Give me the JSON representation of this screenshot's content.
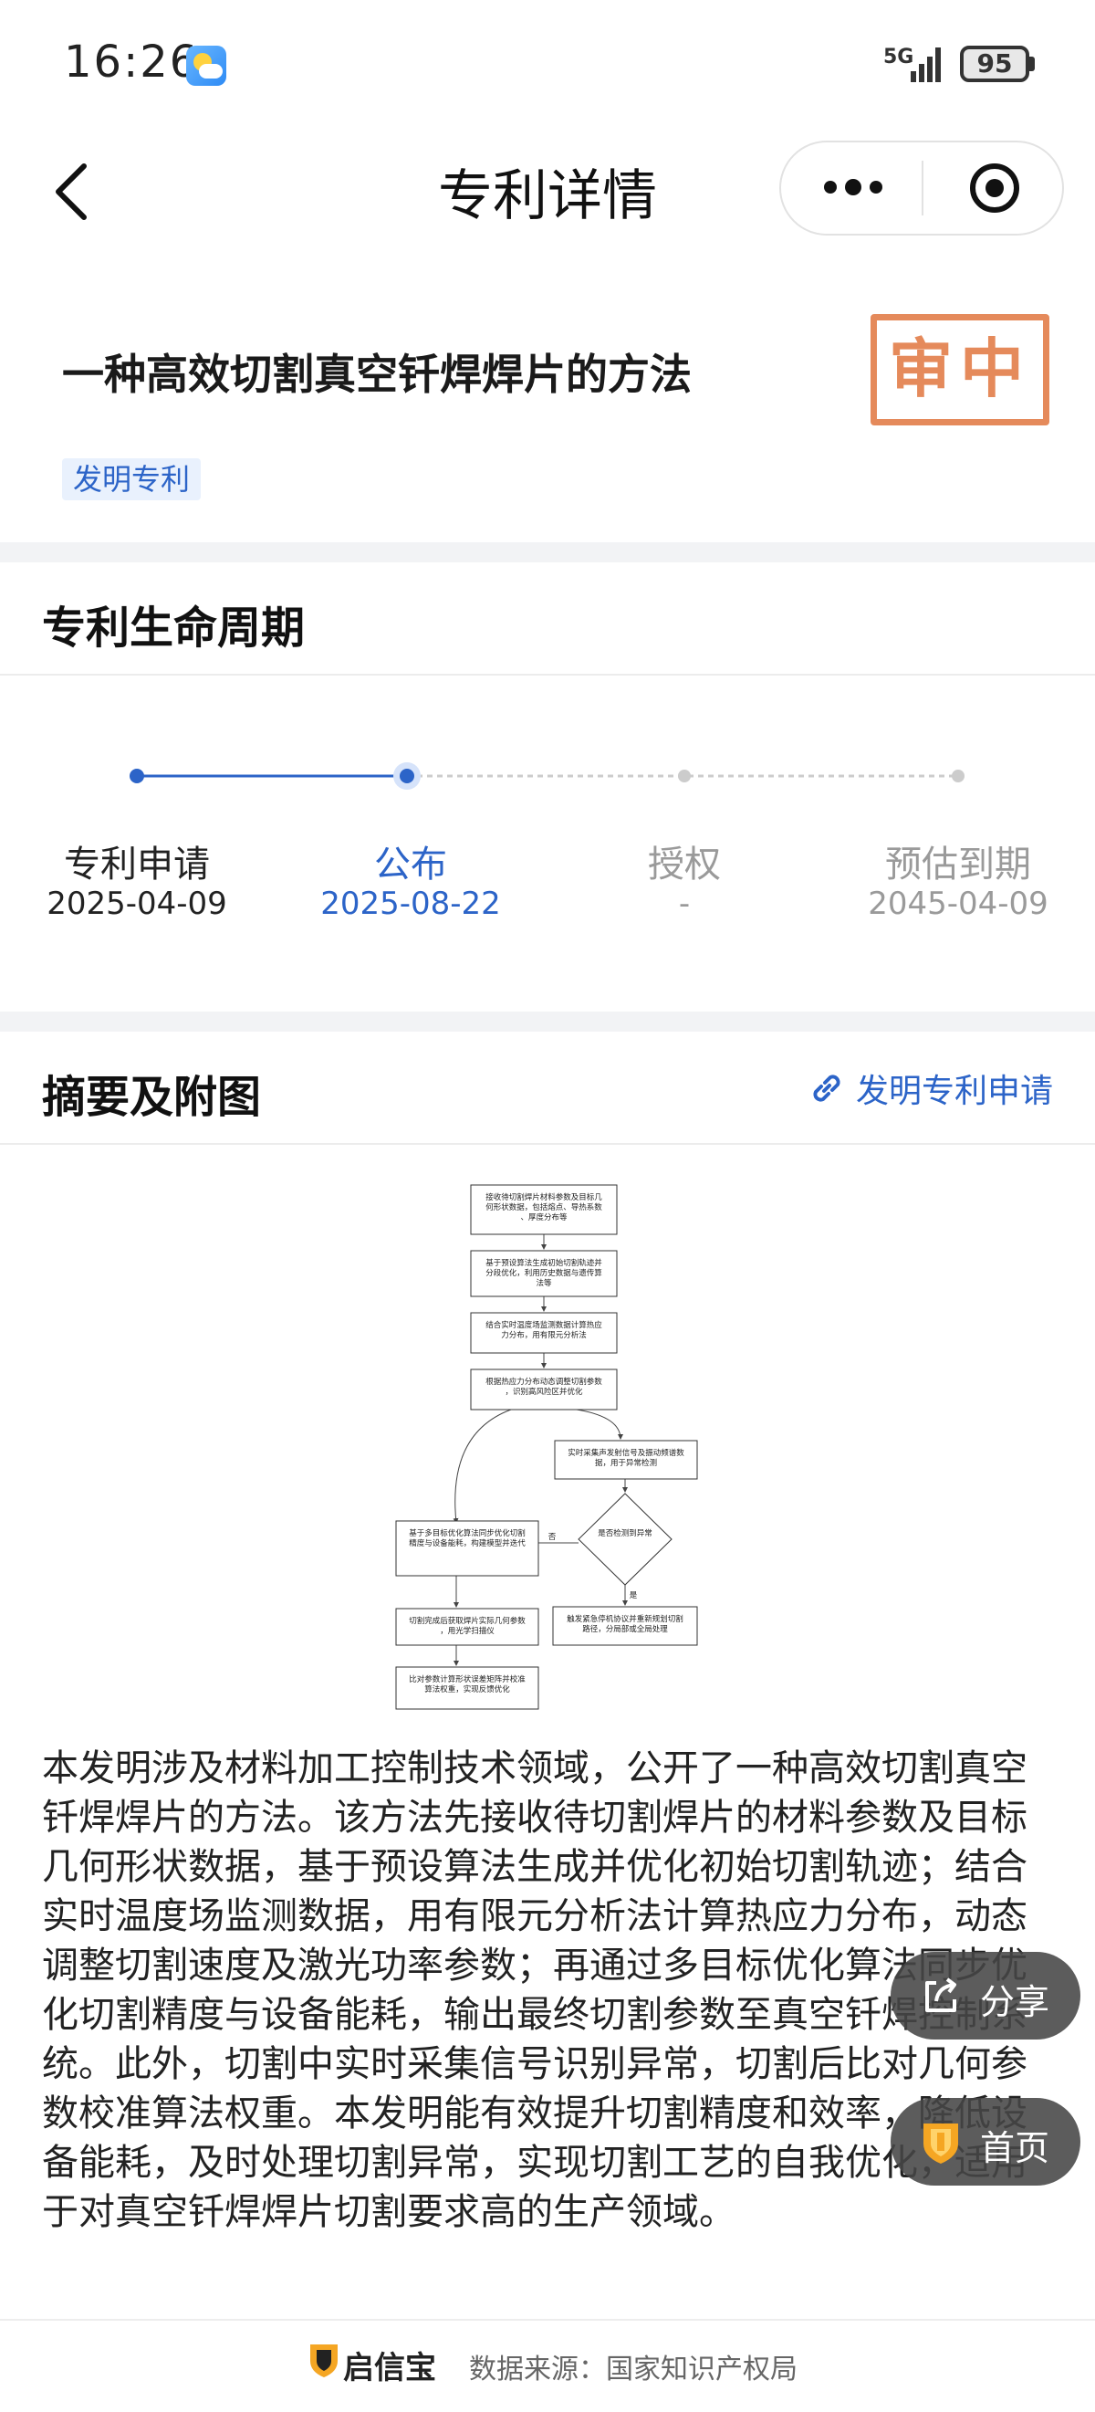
{
  "status_bar": {
    "time": "16:26",
    "network": "5G",
    "battery": "95"
  },
  "nav": {
    "title": "专利详情"
  },
  "patent": {
    "title": "一种高效切割真空钎焊焊片的方法",
    "status_stamp": "审中",
    "type_tag": "发明专利"
  },
  "lifecycle": {
    "title": "专利生命周期",
    "progress_index": 1,
    "stages": [
      {
        "label": "专利申请",
        "date": "2025-04-09",
        "state": "done"
      },
      {
        "label": "公布",
        "date": "2025-08-22",
        "state": "current"
      },
      {
        "label": "授权",
        "date": "-",
        "state": "pending"
      },
      {
        "label": "预估到期",
        "date": "2045-04-09",
        "state": "pending"
      }
    ]
  },
  "abstract_section": {
    "title": "摘要及附图",
    "link_label": "发明专利申请",
    "flowchart": {
      "steps": [
        "接收待切割焊片材料参数及目标几何形状数据，包括熔点、导热系数、厚度分布等",
        "基于预设算法生成初始切割轨迹并分段优化，利用历史数据与遗传算法等",
        "结合实时温度场监测数据计算热应力分布，用有限元分析法",
        "根据热应力分布动态调整切割参数，识别高风险区并优化",
        "实时采集声发射信号及振动频谱数据，用于异常检测",
        "是否检测到异常",
        "基于多目标优化算法同步优化切割精度与设备能耗，构建模型并迭代",
        "切割完成后获取焊片实际几何参数，用光学扫描仪",
        "触发紧急停机协议并重新规划切割路径，分局部或全局处理",
        "比对参数计算形状误差矩阵并校准算法权重，实现反馈优化"
      ],
      "branch_no": "否",
      "branch_yes": "是"
    },
    "text": "本发明涉及材料加工控制技术领域，公开了一种高效切割真空钎焊焊片的方法。该方法先接收待切割焊片的材料参数及目标几何形状数据，基于预设算法生成并优化初始切割轨迹；结合实时温度场监测数据，用有限元分析法计算热应力分布，动态调整切割速度及激光功率参数；再通过多目标优化算法同步优化切割精度与设备能耗，输出最终切割参数至真空钎焊控制系统。此外，切割中实时采集信号识别异常，切割后比对几何参数校准算法权重。本发明能有效提升切割精度和效率，降低设备能耗，及时处理切割异常，实现切割工艺的自我优化，适用于对真空钎焊焊片切割要求高的生产领域。"
  },
  "floating": {
    "share_label": "分享",
    "home_label": "首页"
  },
  "footer": {
    "brand": "启信宝",
    "source": "数据来源：国家知识产权局"
  },
  "colors": {
    "accent": "#2c64c8",
    "stamp": "#e58a5b",
    "pending": "#9a9a9a"
  },
  "icons": [
    "back-icon",
    "more-dots-icon",
    "target-icon",
    "link-icon",
    "share-icon",
    "shield-icon"
  ]
}
